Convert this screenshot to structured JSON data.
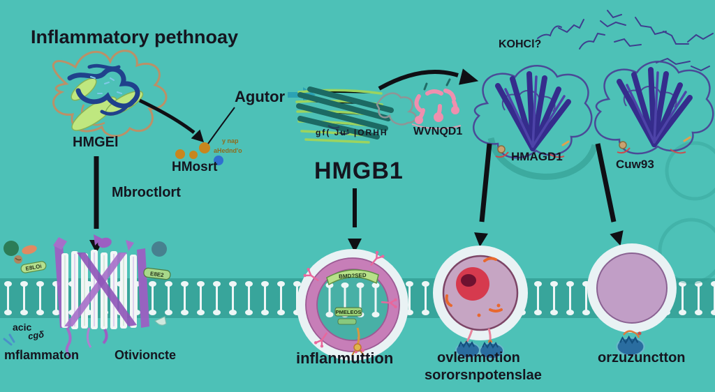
{
  "title": "Inflammatory pethnoay",
  "nodes": {
    "protein_left_label": "HMGEl",
    "process_label": "Mbroctlort",
    "released_label": "HMosrt",
    "note_line1": "y nap",
    "note_line2": "aHednd'o",
    "agonist_label": "Agutor",
    "protein_mid_caption": "gf( Ju' |ORHH",
    "hmgb1_label": "HMGB1",
    "pink_complex_label": "WVNQD1",
    "twigs_label": "KOHCl?",
    "receptor_left_label": "HMAGD1",
    "receptor_right_label": "Cuw93"
  },
  "membrane": {
    "note_acid": "acic",
    "note_cgs": "cgδ",
    "label_left_1": "mflammaton",
    "label_left_2": "Otivioncte",
    "pill_left": "E8LOi",
    "pill_right": "E8E2"
  },
  "cells": {
    "cell1_label": "inflanmuttion",
    "cell1_banner": "BMD?SED",
    "cell1_pill": "PMELEOS",
    "cell2_label_1": "ovlenmotion",
    "cell2_label_2": "sororsnpotenslae",
    "cell3_label": "orzuzunctton"
  },
  "colors": {
    "background": "#4dc1b7",
    "membrane_band": "#38a59b",
    "accent_teal_arrow": "#2ba2b4",
    "arrow_black": "#0f0f14",
    "protein_indigo": "#3b3190",
    "protein_green": "#9cd45f",
    "pink": "#ef8fae",
    "purple_channel": "#9c5fc2",
    "cell_ring_pink": "#c77eb8",
    "cell_body_mauve": "#c6a5c3",
    "nucleus_red": "#d63a4e",
    "mito_blue": "#2a6da0"
  }
}
